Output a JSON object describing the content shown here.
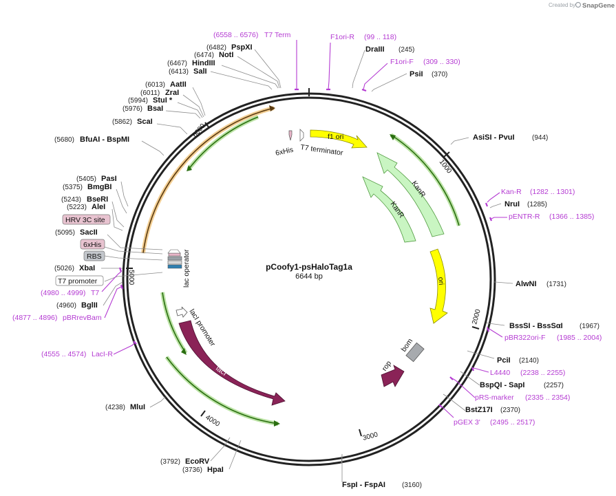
{
  "branding": {
    "created_by": "Created by",
    "app": "SnapGene"
  },
  "plasmid": {
    "name": "pCoofy1-psHaloTag1a",
    "size": "6644 bp"
  },
  "ticks": [
    "1000",
    "2000",
    "3000",
    "4000",
    "5000",
    "6000"
  ],
  "enzymes": [
    {
      "name": "PspXI",
      "pos": "(6482)"
    },
    {
      "name": "NotI",
      "pos": "(6474)"
    },
    {
      "name": "HindIII",
      "pos": "(6467)"
    },
    {
      "name": "SalI",
      "pos": "(6413)"
    },
    {
      "name": "AatII",
      "pos": "(6013)"
    },
    {
      "name": "ZraI",
      "pos": "(6011)"
    },
    {
      "name": "StuI *",
      "pos": "(5994)"
    },
    {
      "name": "BsaI",
      "pos": "(5976)"
    },
    {
      "name": "ScaI",
      "pos": "(5862)"
    },
    {
      "name": "BfuAI - BspMI",
      "pos": "(5680)"
    },
    {
      "name": "PasI",
      "pos": "(5405)"
    },
    {
      "name": "BmgBI",
      "pos": "(5375)"
    },
    {
      "name": "BseRI",
      "pos": "(5243)"
    },
    {
      "name": "AleI",
      "pos": "(5223)"
    },
    {
      "name": "SacII",
      "pos": "(5095)"
    },
    {
      "name": "XbaI",
      "pos": "(5026)"
    },
    {
      "name": "BglII",
      "pos": "(4960)"
    },
    {
      "name": "MluI",
      "pos": "(4238)"
    },
    {
      "name": "EcoRV",
      "pos": "(3792)"
    },
    {
      "name": "HpaI",
      "pos": "(3736)"
    },
    {
      "name": "FspI - FspAI",
      "pos": "(3160)"
    },
    {
      "name": "BstZ17I",
      "pos": "(2370)"
    },
    {
      "name": "BspQI - SapI",
      "pos": "(2257)"
    },
    {
      "name": "PciI",
      "pos": "(2140)"
    },
    {
      "name": "BssSI - BssSαI",
      "pos": "(1967)"
    },
    {
      "name": "AlwNI",
      "pos": "(1731)"
    },
    {
      "name": "NruI",
      "pos": "(1285)"
    },
    {
      "name": "AsiSI - PvuI",
      "pos": "(944)"
    },
    {
      "name": "PsiI",
      "pos": "(370)"
    },
    {
      "name": "DraIII",
      "pos": "(245)"
    }
  ],
  "primers": [
    {
      "name": "T7 Term",
      "range": "(6558 .. 6576)"
    },
    {
      "name": "F1ori-R",
      "range": "(99 .. 118)"
    },
    {
      "name": "F1ori-F",
      "range": "(309 .. 330)"
    },
    {
      "name": "Kan-R",
      "range": "(1282 .. 1301)"
    },
    {
      "name": "pENTR-R",
      "range": "(1366 .. 1385)"
    },
    {
      "name": "pBR322ori-F",
      "range": "(1985 .. 2004)"
    },
    {
      "name": "L4440",
      "range": "(2238 .. 2255)"
    },
    {
      "name": "pRS-marker",
      "range": "(2335 .. 2354)"
    },
    {
      "name": "pGEX 3'",
      "range": "(2495 .. 2517)"
    },
    {
      "name": "LacI-R",
      "range": "(4555 .. 4574)"
    },
    {
      "name": "pBRrevBam",
      "range": "(4877 .. 4896)"
    },
    {
      "name": "T7",
      "range": "(4980 .. 4999)"
    }
  ],
  "boxed": {
    "hrv": "HRV 3C site",
    "his": "6xHis",
    "rbs": "RBS",
    "t7p": "T7 promoter"
  },
  "features": {
    "f1ori": "f1 ori",
    "kanr1": "KanR",
    "kanr2": "KanR",
    "ori": "ori",
    "rop": "rop",
    "bom": "bom",
    "laci": "lacI",
    "laci_promoter": "lacI promoter",
    "lac_operator": "lac operator",
    "his6": "6xHis",
    "t7term": "T7 terminator"
  },
  "colors": {
    "backbone": "#222222",
    "primer": "#b43ad2",
    "f1ori": "#ffff00",
    "ori": "#ffff00",
    "kanr": "#c9f5c2",
    "laci": "#8a2357",
    "orf_green": "#56a62a",
    "orf_orange": "#e9a83c",
    "bom": "#a7aaae"
  }
}
